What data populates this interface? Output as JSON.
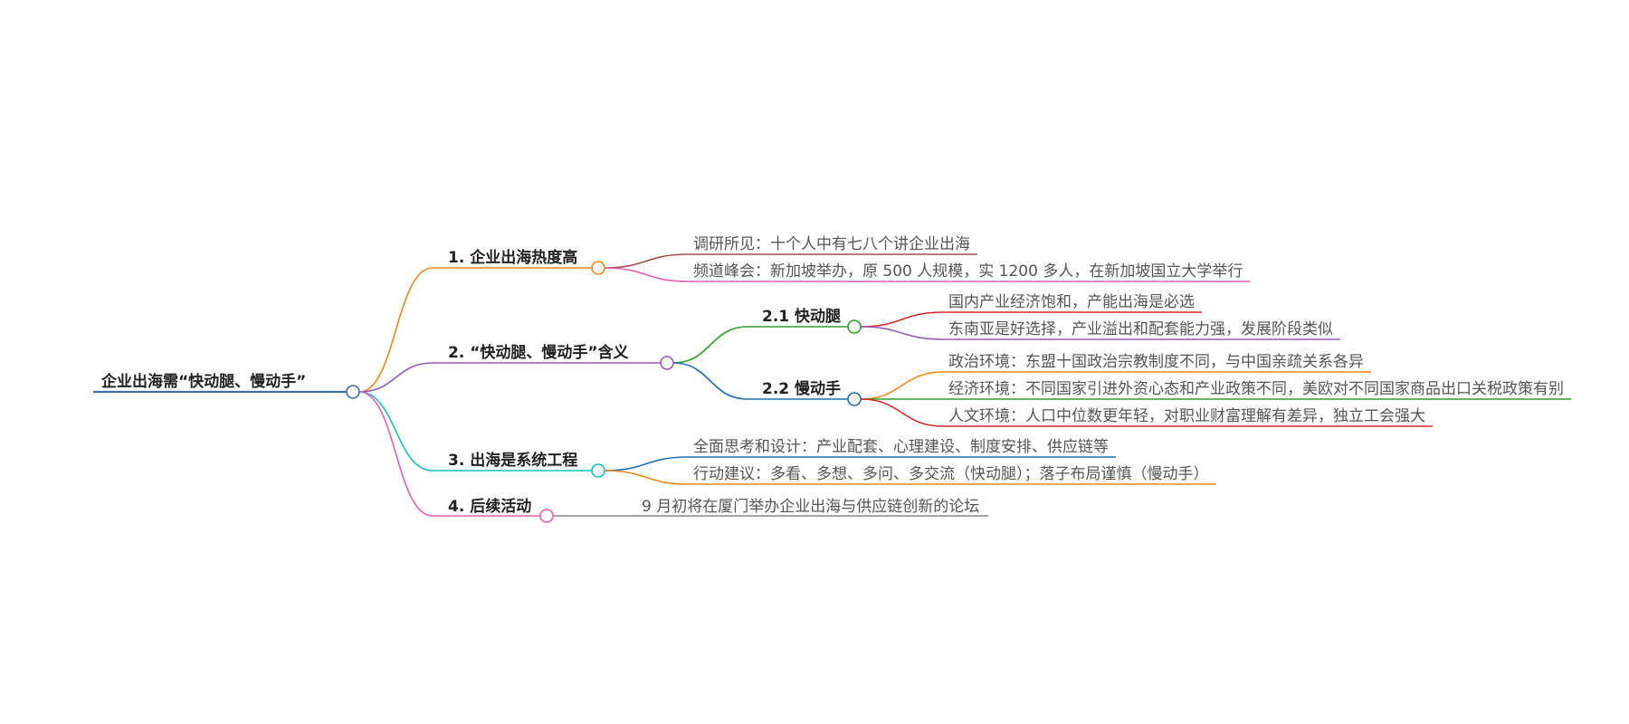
{
  "root": {
    "label": "企业出海需“快动腿、慢动手”",
    "color": "#3f6fa6"
  },
  "branches": [
    {
      "label": "1. 企业出海热度高",
      "color": "#f0871a",
      "children": [
        {
          "label": "调研所见：十个人中有七八个讲企业出海",
          "color": "#a0504a"
        },
        {
          "label": "频道峰会：新加坡举办，原 500 人规模，实 1200 多人，在新加坡国立大学举行",
          "color": "#e25fb8"
        }
      ]
    },
    {
      "label": "2. “快动腿、慢动手”含义",
      "color": "#9b59b6",
      "children": [
        {
          "label": "2.1 快动腿",
          "color": "#2ca02c",
          "children": [
            {
              "label": "国内产业经济饱和，产能出海是必选",
              "color": "#d62728"
            },
            {
              "label": "东南亚是好选择，产业溢出和配套能力强，发展阶段类似",
              "color": "#9b59b6"
            }
          ]
        },
        {
          "label": "2.2 慢动手",
          "color": "#1f6fb2",
          "children": [
            {
              "label": "政治环境：东盟十国政治宗教制度不同，与中国亲疏关系各异",
              "color": "#f0871a"
            },
            {
              "label": "经济环境：不同国家引进外资心态和产业政策不同，美欧对不同国家商品出口关税政策有别",
              "color": "#2ca02c"
            },
            {
              "label": "人文环境：人口中位数更年轻，对职业财富理解有差异，独立工会强大",
              "color": "#d62728"
            }
          ]
        }
      ]
    },
    {
      "label": "3. 出海是系统工程",
      "color": "#17becf",
      "children": [
        {
          "label": "全面思考和设计：产业配套、心理建设、制度安排、供应链等",
          "color": "#1f6fb2"
        },
        {
          "label": "行动建议：多看、多想、多问、多交流（快动腿）；落子布局谨慎（慢动手）",
          "color": "#f0871a"
        }
      ]
    },
    {
      "label": "4. 后续活动",
      "color": "#e25fb8",
      "children": [
        {
          "label": "9 月初将在厦门举办企业出海与供应链创新的论坛",
          "color": "#888888"
        }
      ]
    }
  ]
}
